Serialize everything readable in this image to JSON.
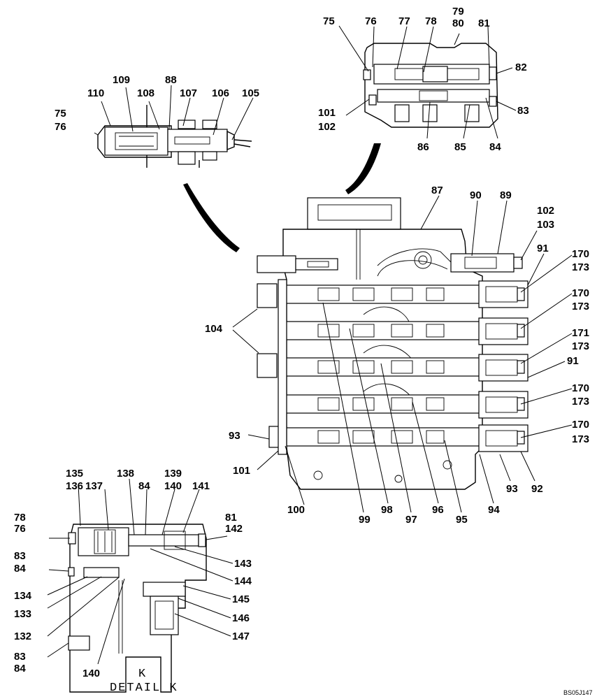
{
  "labels": {
    "l75a": "75",
    "l76a": "76",
    "l110": "110",
    "l109": "109",
    "l108": "108",
    "l88": "88",
    "l107": "107",
    "l106": "106",
    "l105": "105",
    "l75b": "75",
    "l76b": "76",
    "l77": "77",
    "l78": "78",
    "l79": "79",
    "l80": "80",
    "l81a": "81",
    "l82": "82",
    "l101a": "101",
    "l102a": "102",
    "l83a": "83",
    "l86": "86",
    "l85": "85",
    "l84a": "84",
    "l87": "87",
    "l90": "90",
    "l89": "89",
    "l102b": "102",
    "l103": "103",
    "l91a": "91",
    "l170a": "170",
    "l173a": "173",
    "l170b": "170",
    "l173b": "173",
    "l171": "171",
    "l173c": "173",
    "l91b": "91",
    "l170c": "170",
    "l173d": "173",
    "l170d": "170",
    "l173e": "173",
    "l104": "104",
    "l93a": "93",
    "l101b": "101",
    "l100": "100",
    "l99": "99",
    "l98": "98",
    "l97": "97",
    "l96": "96",
    "l95": "95",
    "l94": "94",
    "l93b": "93",
    "l92": "92",
    "l135": "135",
    "l136": "136",
    "l137": "137",
    "l138": "138",
    "l84b": "84",
    "l139": "139",
    "l140a": "140",
    "l141": "141",
    "l78b": "78",
    "l76c": "76",
    "l81b": "81",
    "l142": "142",
    "l83b": "83",
    "l84c": "84",
    "l143": "143",
    "l144": "144",
    "l134": "134",
    "l133": "133",
    "l145": "145",
    "l146": "146",
    "l132": "132",
    "l147": "147",
    "l83c": "83",
    "l84d": "84",
    "l140b": "140",
    "lK": "K"
  },
  "caption": "DETAIL K",
  "reference_code": "BS05J147"
}
